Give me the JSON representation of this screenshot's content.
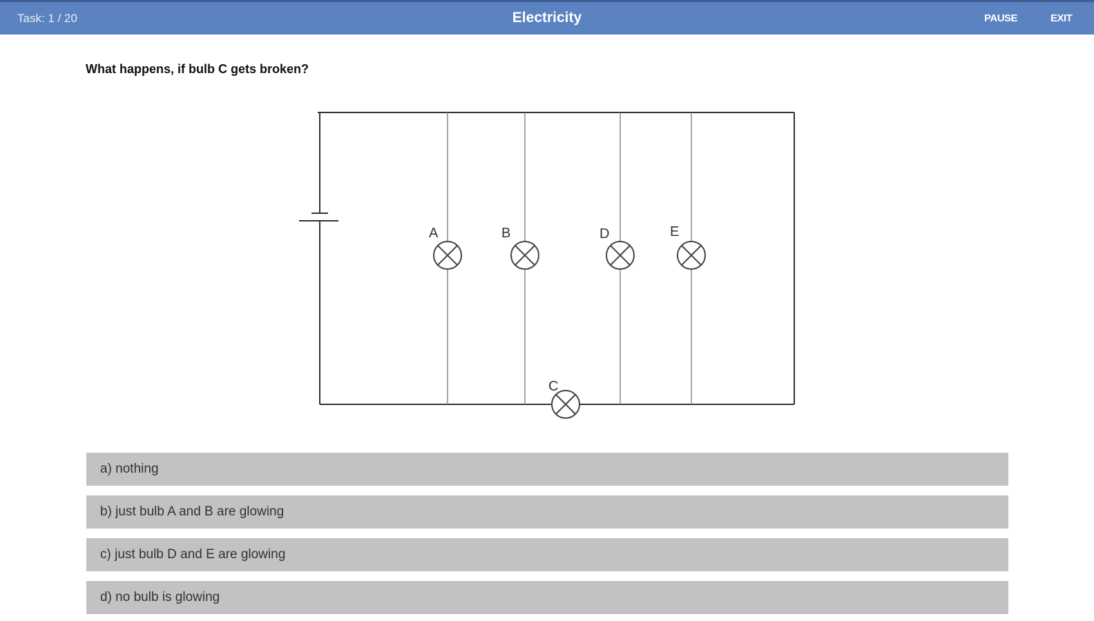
{
  "header": {
    "task_counter": "Task: 1 / 20",
    "title": "Electricity",
    "pause_label": "PAUSE",
    "exit_label": "EXIT"
  },
  "question": {
    "text": "What happens, if bulb C gets broken?"
  },
  "circuit": {
    "bulb_labels": {
      "a": "A",
      "b": "B",
      "c": "C",
      "d": "D",
      "e": "E"
    }
  },
  "answers": [
    {
      "label": "a) nothing"
    },
    {
      "label": "b) just bulb A and B are glowing"
    },
    {
      "label": "c) just bulb D and E are glowing"
    },
    {
      "label": "d) no bulb is glowing"
    }
  ],
  "colors": {
    "header_bg": "#5b82c1",
    "answer_bg": "#c2c2c2"
  }
}
